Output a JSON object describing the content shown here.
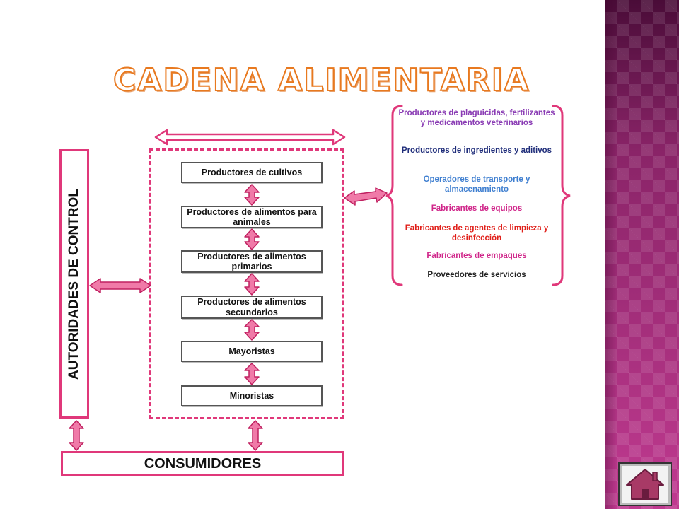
{
  "title": "CADENA ALIMENTARIA",
  "authorities": "AUTORIDADES DE CONTROL",
  "consumers": "CONSUMIDORES",
  "chain": [
    {
      "name": "Productores de cultivos"
    },
    {
      "name": "Productores de alimentos para animales"
    },
    {
      "name": "Productores de alimentos primarios"
    },
    {
      "name": "Productores de alimentos secundarios"
    },
    {
      "name": "Mayoristas"
    },
    {
      "name": "Minoristas"
    }
  ],
  "services": [
    {
      "text": "Productores de plaguicidas, fertilizantes y medicamentos veterinarios",
      "color": "#8a3cb4"
    },
    {
      "text": "Productores de ingredientes y aditivos",
      "color": "#1f2d7a"
    },
    {
      "text": "Operadores de transporte y almacenamiento",
      "color": "#3f7fd0"
    },
    {
      "text": "Fabricantes de equipos",
      "color": "#d0268a"
    },
    {
      "text": "Fabricantes de agentes de limpieza y desinfección",
      "color": "#e0201a"
    },
    {
      "text": "Fabricantes de empaques",
      "color": "#d0268a"
    },
    {
      "text": "Proveedores de servicios",
      "color": "#222222"
    }
  ],
  "colors": {
    "accent": "#e0387a",
    "arrow_fill": "#f07aa8",
    "title_outline": "#e8791f"
  }
}
